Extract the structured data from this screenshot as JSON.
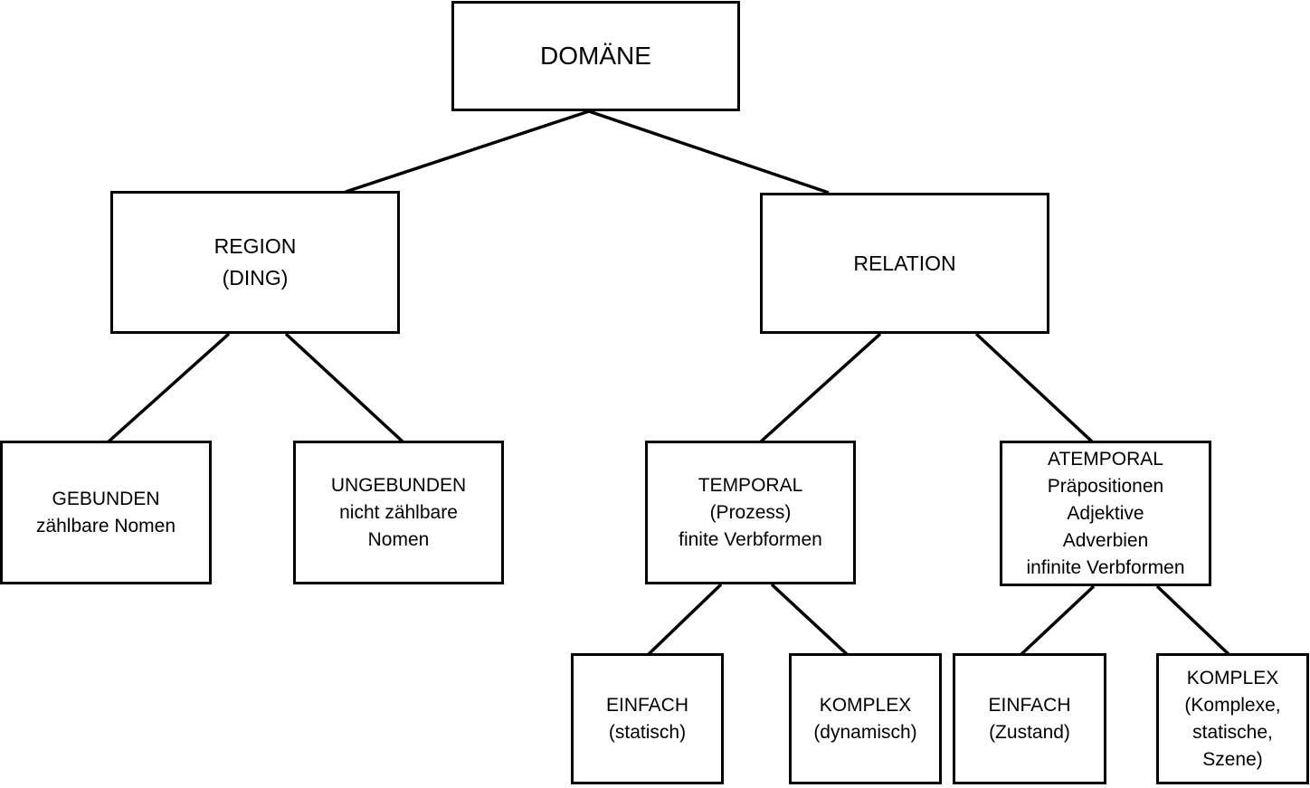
{
  "diagram": {
    "nodes": [
      {
        "id": "domaene",
        "lines": [
          "DOMÄNE"
        ]
      },
      {
        "id": "region",
        "lines": [
          "REGION",
          "(DING)"
        ]
      },
      {
        "id": "relation",
        "lines": [
          "RELATION"
        ]
      },
      {
        "id": "gebunden",
        "lines": [
          "GEBUNDEN",
          "zählbare Nomen"
        ]
      },
      {
        "id": "ungebunden",
        "lines": [
          "UNGEBUNDEN",
          "nicht zählbare",
          "Nomen"
        ]
      },
      {
        "id": "temporal",
        "lines": [
          "TEMPORAL",
          "(Prozess)",
          "finite Verbformen"
        ]
      },
      {
        "id": "atemporal",
        "lines": [
          "ATEMPORAL",
          "Präpositionen",
          "Adjektive",
          "Adverbien",
          "infinite Verbformen"
        ]
      },
      {
        "id": "t-einfach",
        "lines": [
          "EINFACH",
          "(statisch)"
        ]
      },
      {
        "id": "t-komplex",
        "lines": [
          "KOMPLEX",
          "(dynamisch)"
        ]
      },
      {
        "id": "a-einfach",
        "lines": [
          "EINFACH",
          "(Zustand)"
        ]
      },
      {
        "id": "a-komplex",
        "lines": [
          "KOMPLEX",
          "(Komplexe,",
          "statische,",
          "Szene)"
        ]
      }
    ],
    "edges": [
      {
        "from": "domaene",
        "to": "region"
      },
      {
        "from": "domaene",
        "to": "relation"
      },
      {
        "from": "region",
        "to": "gebunden"
      },
      {
        "from": "region",
        "to": "ungebunden"
      },
      {
        "from": "relation",
        "to": "temporal"
      },
      {
        "from": "relation",
        "to": "atemporal"
      },
      {
        "from": "temporal",
        "to": "t-einfach"
      },
      {
        "from": "temporal",
        "to": "t-komplex"
      },
      {
        "from": "atemporal",
        "to": "a-einfach"
      },
      {
        "from": "atemporal",
        "to": "a-komplex"
      }
    ],
    "colors": {
      "stroke": "#000000",
      "fill": "#ffffff",
      "text": "#000000"
    }
  }
}
